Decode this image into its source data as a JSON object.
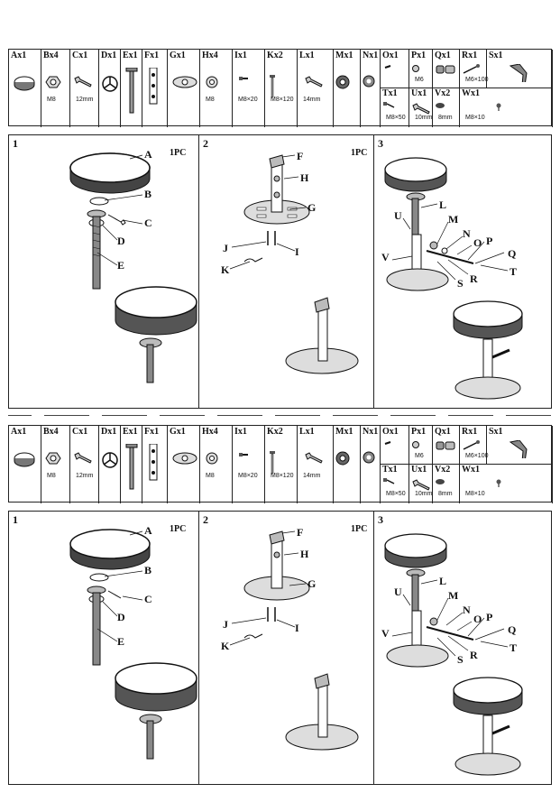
{
  "parts": [
    {
      "code": "Ax1",
      "spec": "",
      "icon": "seat-cushion-icon"
    },
    {
      "code": "Bx4",
      "spec": "M8",
      "icon": "hex-nut-icon"
    },
    {
      "code": "Cx1",
      "spec": "12mm",
      "icon": "wrench-icon"
    },
    {
      "code": "Dx1",
      "spec": "",
      "icon": "spider-plate-icon"
    },
    {
      "code": "Ex1",
      "spec": "",
      "icon": "threaded-rod-icon"
    },
    {
      "code": "Fx1",
      "spec": "",
      "icon": "bracket-icon"
    },
    {
      "code": "Gx1",
      "spec": "",
      "icon": "base-flange-icon"
    },
    {
      "code": "Hx4",
      "spec": "M8",
      "icon": "washer-nut-icon"
    },
    {
      "code": "Ix1",
      "spec": "M8×20",
      "icon": "small-bolt-icon"
    },
    {
      "code": "Kx2",
      "spec": "M8×120",
      "icon": "long-bolt-icon"
    },
    {
      "code": "Lx1",
      "spec": "14mm",
      "icon": "wrench-icon"
    },
    {
      "code": "Mx1",
      "spec": "",
      "icon": "bearing-icon"
    },
    {
      "code": "Nx1",
      "spec": "",
      "icon": "lock-nut-icon"
    },
    {
      "code": "Ox1",
      "spec": "",
      "icon": "pin-icon"
    },
    {
      "code": "Px1",
      "spec": "M6",
      "icon": "nut-icon"
    },
    {
      "code": "Qx1",
      "spec": "",
      "icon": "handle-grip-icon"
    },
    {
      "code": "Rx1",
      "spec": "M6×100",
      "icon": "long-screw-icon"
    },
    {
      "code": "Sx1",
      "spec": "",
      "icon": "lever-icon"
    },
    {
      "code": "Tx1",
      "spec": "M8×50",
      "icon": "bolt-icon"
    },
    {
      "code": "Ux1",
      "spec": "10mm",
      "icon": "wrench-icon"
    },
    {
      "code": "Vx2",
      "spec": "8mm",
      "icon": "ball-icon"
    },
    {
      "code": "Wx1",
      "spec": "M8×10",
      "icon": "screw-icon"
    }
  ],
  "steps": [
    {
      "number": "1",
      "qty": "1PC",
      "callouts": [
        "A",
        "B",
        "C",
        "D",
        "E"
      ]
    },
    {
      "number": "2",
      "qty": "1PC",
      "callouts": [
        "F",
        "H",
        "G",
        "J",
        "I",
        "K"
      ]
    },
    {
      "number": "3",
      "qty": "",
      "callouts": [
        "L",
        "U",
        "M",
        "N",
        "O",
        "P",
        "Q",
        "V",
        "S",
        "R",
        "T"
      ]
    }
  ],
  "colors": {
    "ink": "#111111",
    "line": "#222222",
    "shade": "#bbbbbb"
  }
}
